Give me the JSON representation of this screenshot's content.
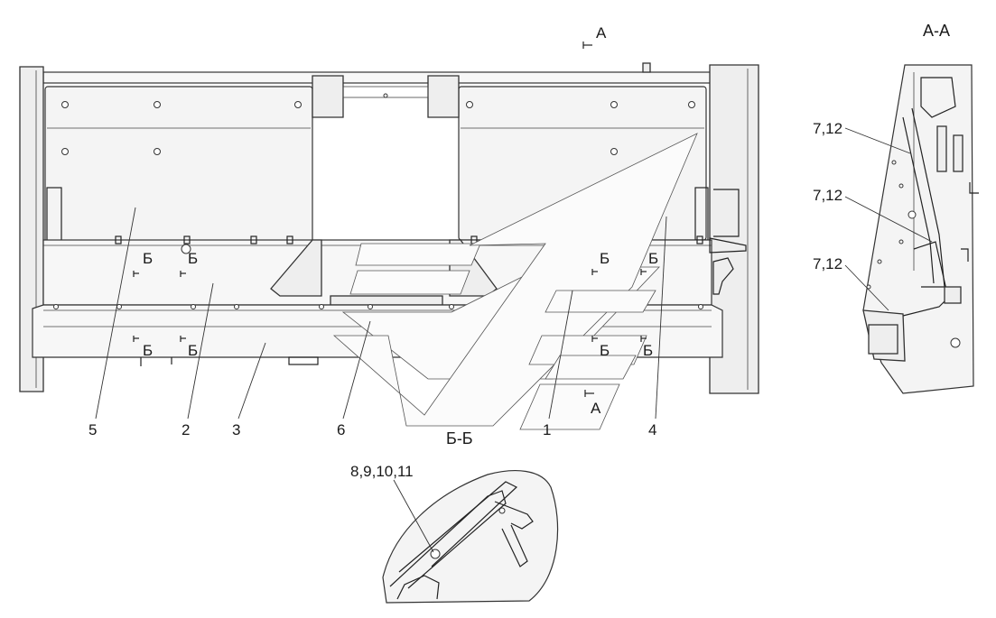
{
  "section_marks": {
    "a_top": "А",
    "a_bottom": "А",
    "b_left_upper_1": "Б",
    "b_left_upper_2": "Б",
    "b_left_lower_1": "Б",
    "b_left_lower_2": "Б",
    "b_right_upper_1": "Б",
    "b_right_upper_2": "Б",
    "b_right_lower_1": "Б",
    "b_right_lower_2": "Б"
  },
  "view_titles": {
    "section_a": "А-А",
    "section_b": "Б-Б"
  },
  "part_labels": {
    "p5": "5",
    "p2": "2",
    "p3": "3",
    "p6": "6",
    "p1": "1",
    "p4": "4",
    "a_7_12_top": "7,12",
    "a_7_12_mid": "7,12",
    "a_7_12_bottom": "7,12",
    "b_8_11": "8,9,10,11"
  }
}
